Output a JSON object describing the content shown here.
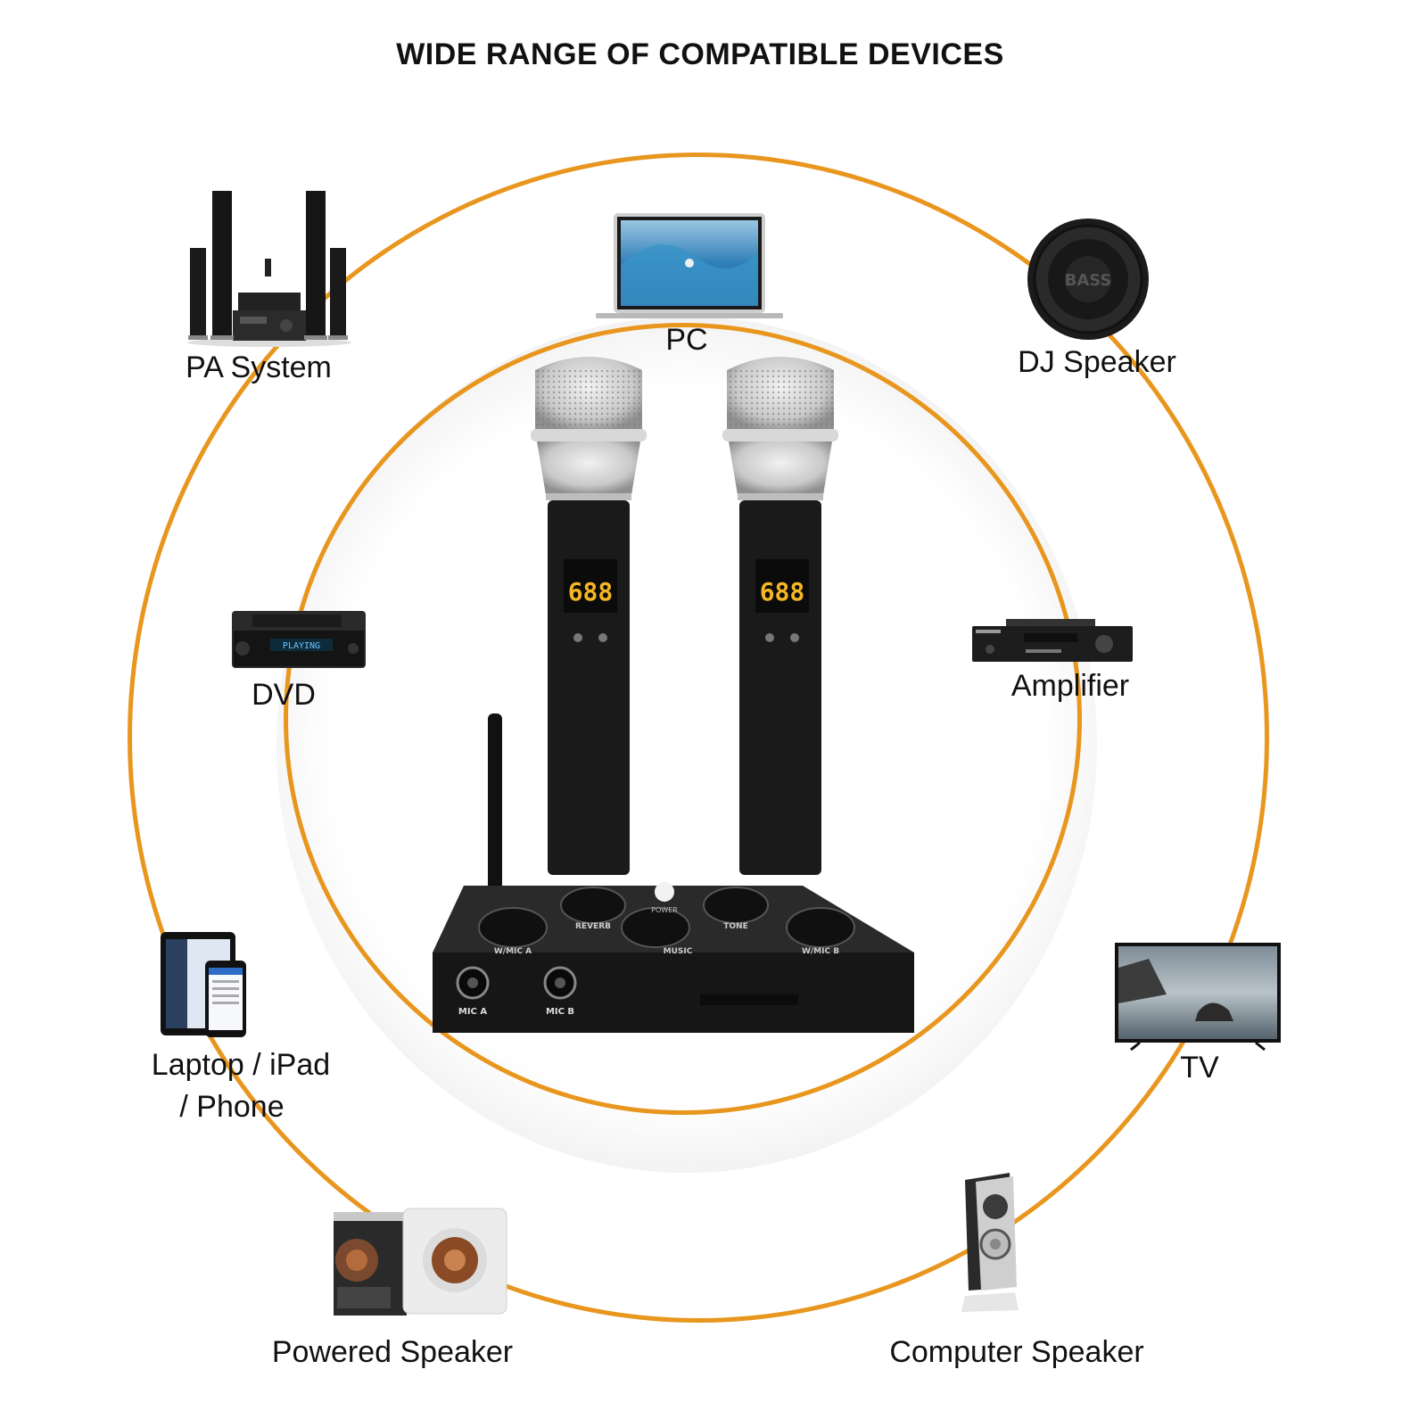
{
  "title": "WIDE RANGE OF COMPATIBLE DEVICES",
  "accent_color": "#e8961e",
  "devices": {
    "pa_system": "PA System",
    "pc": "PC",
    "dj_speaker": "DJ Speaker",
    "dvd": "DVD",
    "amplifier": "Amplifier",
    "laptop_line1": "Laptop / iPad",
    "laptop_line2": "/ Phone",
    "tv": "TV",
    "powered_speaker": "Powered Speaker",
    "computer_speaker": "Computer Speaker"
  },
  "product": {
    "dvd_display": "PLAYING",
    "speaker_badge": "BASS",
    "mic_display": "688",
    "knob_labels": [
      "W/MIC A",
      "REVERB",
      "MUSIC",
      "TONE",
      "W/MIC B"
    ],
    "power_label": "POWER",
    "jack_labels": [
      "MIC A",
      "MIC B"
    ]
  }
}
